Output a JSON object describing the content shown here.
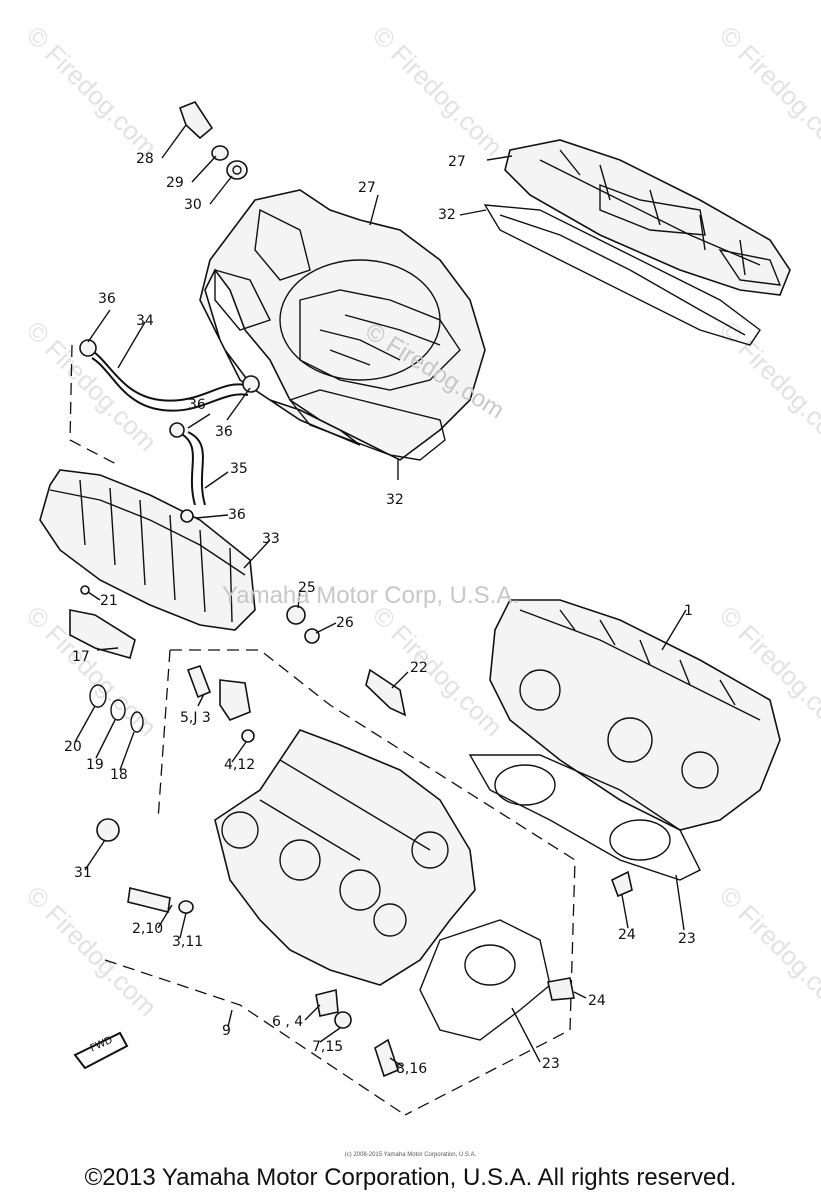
{
  "watermarks": {
    "corner_text": "© Firedog.com",
    "center_text": "© Firedog.com",
    "overlay_text": "Yamaha Motor Corp, U.S.A."
  },
  "callouts": [
    {
      "id": "28",
      "text": "28"
    },
    {
      "id": "29",
      "text": "29"
    },
    {
      "id": "30",
      "text": "30"
    },
    {
      "id": "27a",
      "text": "27"
    },
    {
      "id": "27b",
      "text": "27"
    },
    {
      "id": "32a",
      "text": "32"
    },
    {
      "id": "32b",
      "text": "32"
    },
    {
      "id": "36a",
      "text": "36"
    },
    {
      "id": "34",
      "text": "34"
    },
    {
      "id": "36b",
      "text": "36"
    },
    {
      "id": "36c",
      "text": "36"
    },
    {
      "id": "35",
      "text": "35"
    },
    {
      "id": "36d",
      "text": "36"
    },
    {
      "id": "33",
      "text": "33"
    },
    {
      "id": "21",
      "text": "21"
    },
    {
      "id": "25",
      "text": "25"
    },
    {
      "id": "26",
      "text": "26"
    },
    {
      "id": "17",
      "text": "17"
    },
    {
      "id": "1",
      "text": "1"
    },
    {
      "id": "22",
      "text": "22"
    },
    {
      "id": "5j3",
      "text": "5,J 3"
    },
    {
      "id": "20",
      "text": "20"
    },
    {
      "id": "19",
      "text": "19"
    },
    {
      "id": "18",
      "text": "18"
    },
    {
      "id": "412",
      "text": "4,12"
    },
    {
      "id": "31",
      "text": "31"
    },
    {
      "id": "210",
      "text": "2,10"
    },
    {
      "id": "311",
      "text": "3,11"
    },
    {
      "id": "24a",
      "text": "24"
    },
    {
      "id": "23a",
      "text": "23"
    },
    {
      "id": "24b",
      "text": "24"
    },
    {
      "id": "9",
      "text": "9"
    },
    {
      "id": "64",
      "text": "6 , 4"
    },
    {
      "id": "715",
      "text": "7,15"
    },
    {
      "id": "816",
      "text": "8,16"
    },
    {
      "id": "23b",
      "text": "23"
    }
  ],
  "fwd_marker": "FWD",
  "small_copyright": "(c) 2008-2015 Yamaha Motor Corporation, U.S.A.",
  "footer": "©2013 Yamaha Motor Corporation, U.S.A. All rights reserved."
}
